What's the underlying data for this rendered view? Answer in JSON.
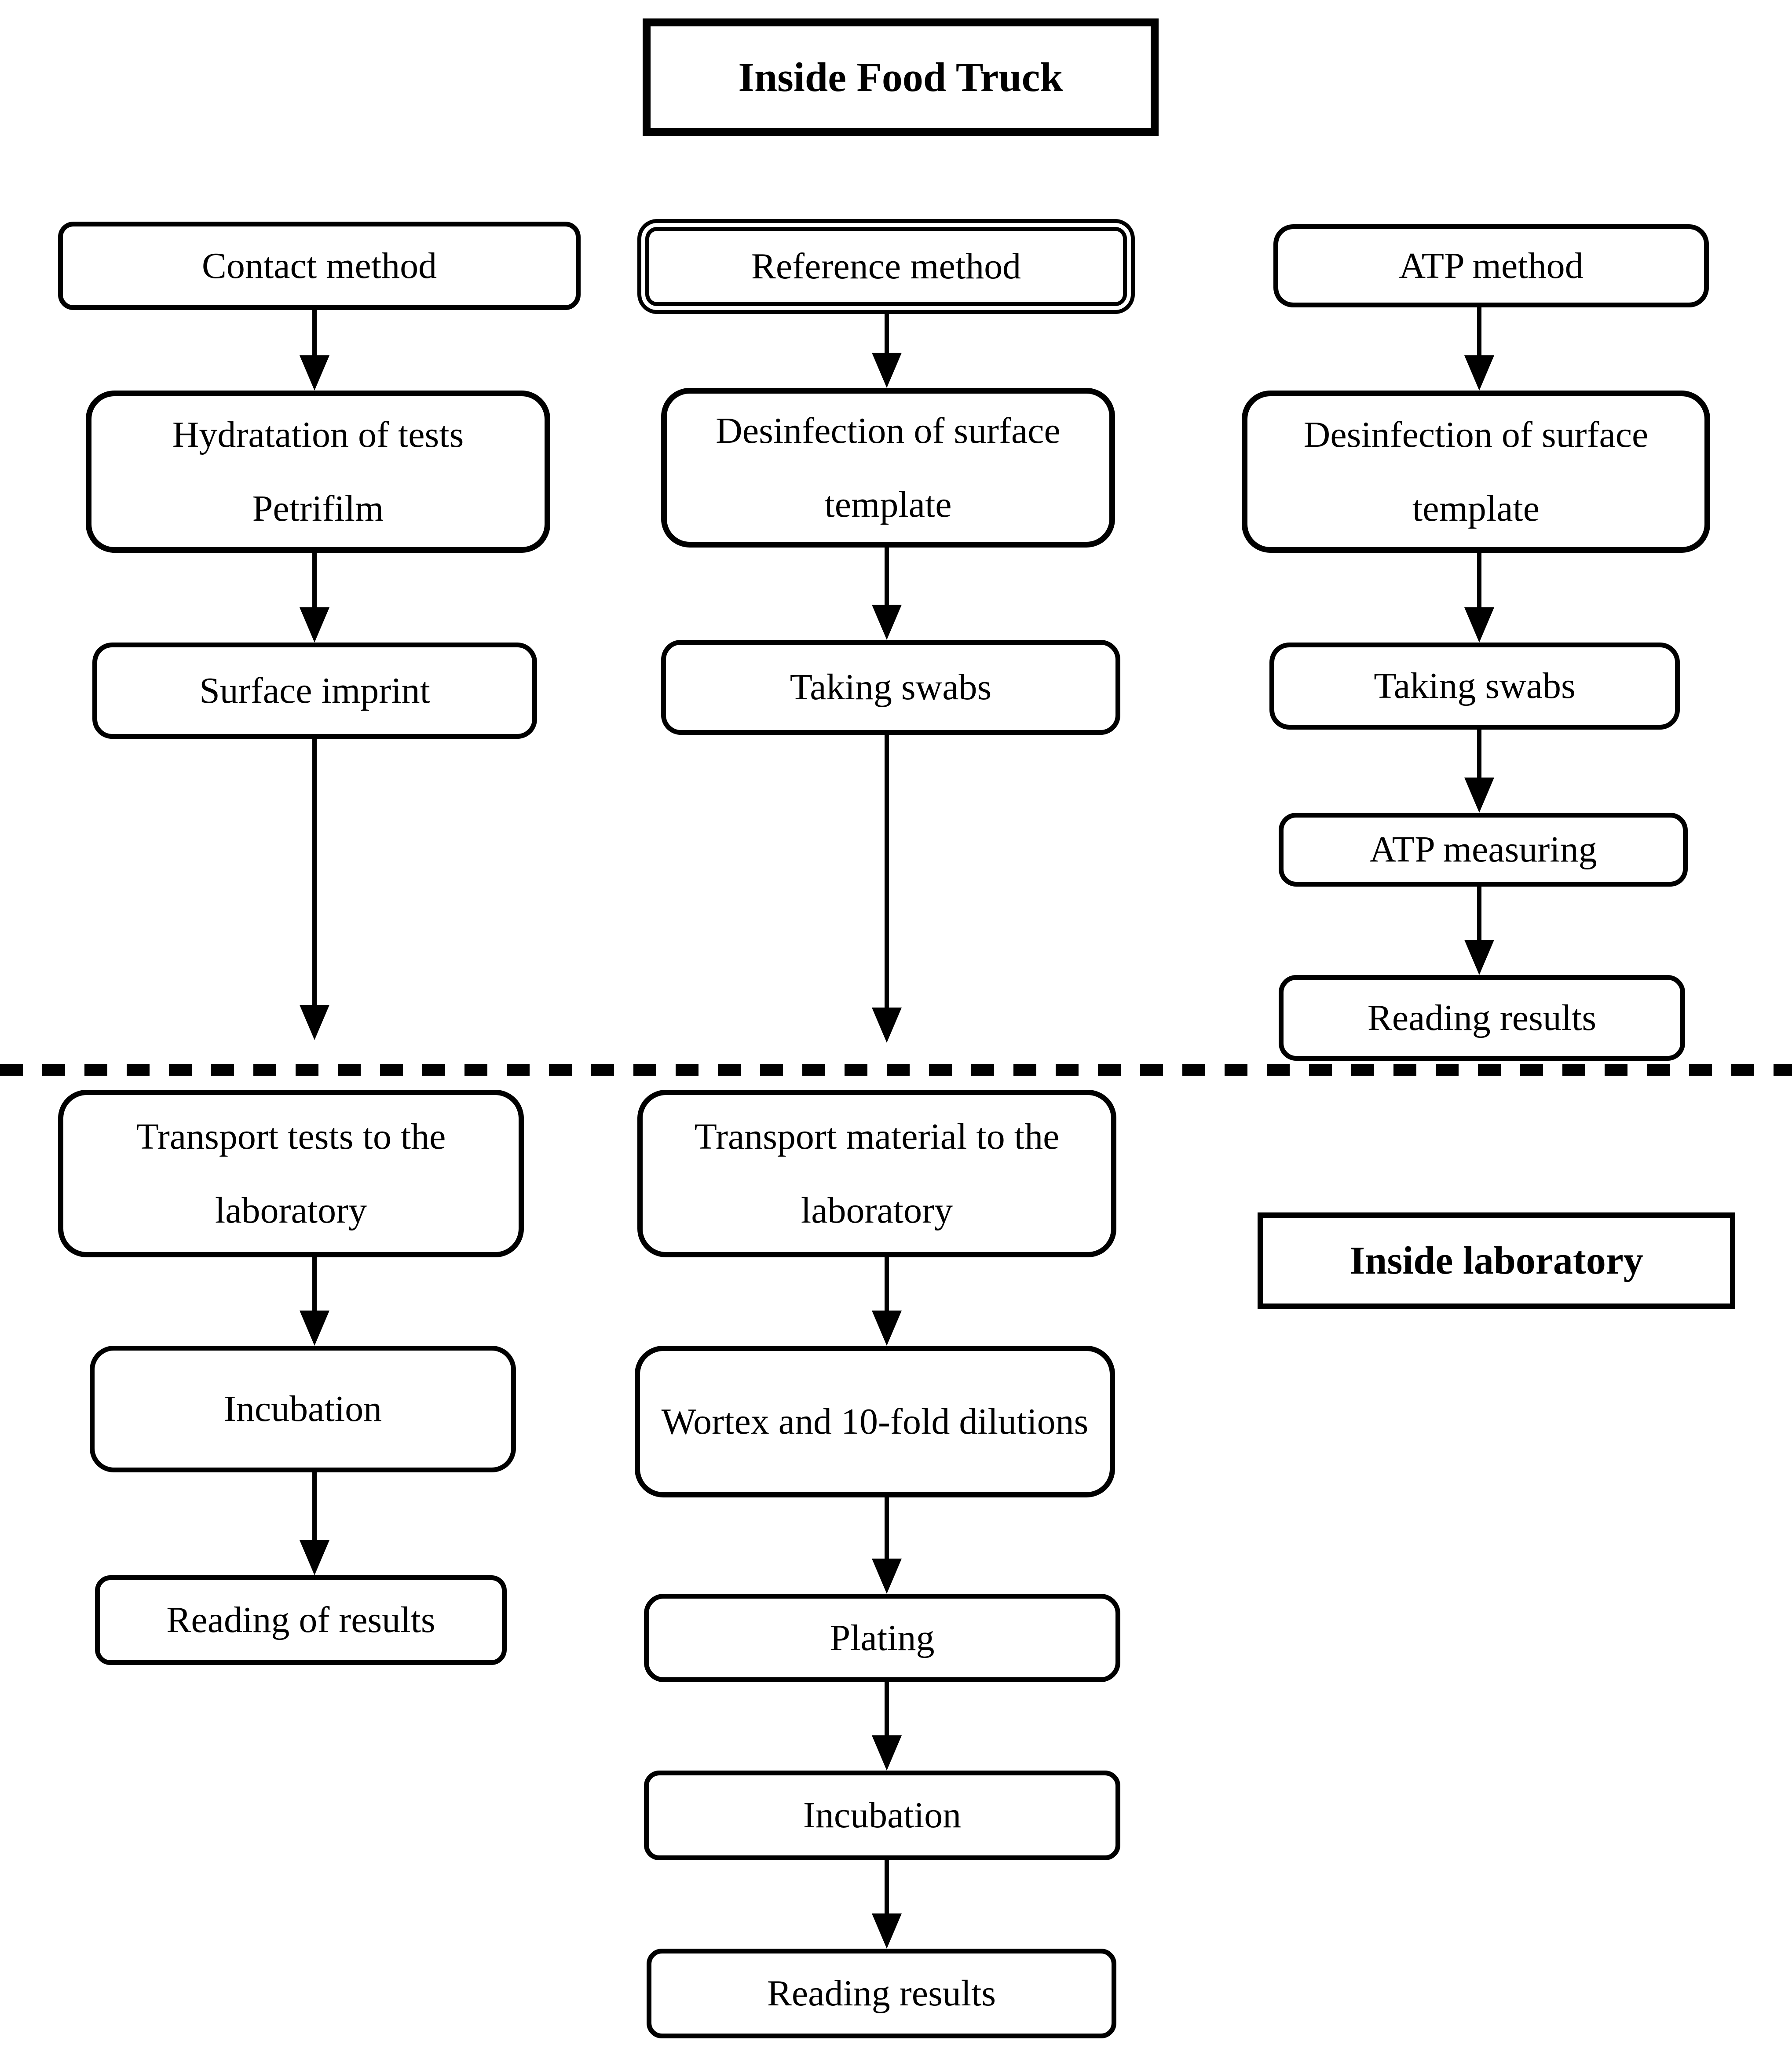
{
  "flowchart": {
    "zone_labels": {
      "food_truck": {
        "label": "Inside Food Truck"
      },
      "laboratory": {
        "label": "Inside laboratory"
      }
    },
    "columns": [
      {
        "name": "Contact method",
        "nodes": [
          {
            "label": "Contact method"
          },
          {
            "label": "Hydratation of tests Petrifilm"
          },
          {
            "label": "Surface imprint"
          },
          {
            "label": "Transport tests to the laboratory"
          },
          {
            "label": "Incubation"
          },
          {
            "label": "Reading of results"
          }
        ]
      },
      {
        "name": "Reference method",
        "nodes": [
          {
            "label": "Reference method"
          },
          {
            "label": "Desinfection of surface template"
          },
          {
            "label": "Taking swabs"
          },
          {
            "label": "Transport material to the laboratory"
          },
          {
            "label": "Wortex and 10-fold dilutions"
          },
          {
            "label": "Plating"
          },
          {
            "label": "Incubation"
          },
          {
            "label": "Reading results"
          }
        ]
      },
      {
        "name": "ATP method",
        "nodes": [
          {
            "label": "ATP method"
          },
          {
            "label": "Desinfection of surface template"
          },
          {
            "label": "Taking swabs"
          },
          {
            "label": "ATP measuring"
          },
          {
            "label": "Reading results"
          }
        ]
      }
    ],
    "divider": {
      "style": "dashed",
      "color": "#000000"
    }
  }
}
